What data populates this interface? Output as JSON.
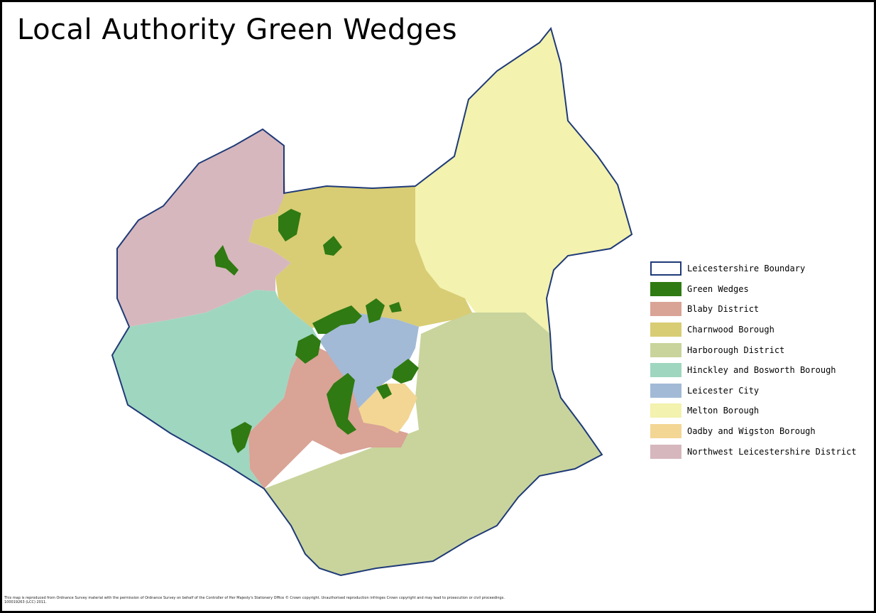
{
  "title": "Local Authority Green Wedges",
  "legend": [
    {
      "label": "Leicestershire Boundary",
      "fill": "#ffffff",
      "stroke": "#1f3a78"
    },
    {
      "label": "Green Wedges",
      "fill": "#2f7a12",
      "stroke": "#2f7a12"
    },
    {
      "label": "Blaby District",
      "fill": "#d9a396",
      "stroke": "#d9a396"
    },
    {
      "label": "Charnwood Borough",
      "fill": "#d8cd74",
      "stroke": "#d8cd74"
    },
    {
      "label": "Harborough District",
      "fill": "#c8d49c",
      "stroke": "#c8d49c"
    },
    {
      "label": "Hinckley and Bosworth Borough",
      "fill": "#9fd6c0",
      "stroke": "#9fd6c0"
    },
    {
      "label": "Leicester City",
      "fill": "#a2bad6",
      "stroke": "#a2bad6"
    },
    {
      "label": "Melton Borough",
      "fill": "#f3f2ae",
      "stroke": "#f3f2ae"
    },
    {
      "label": "Oadby and Wigston Borough",
      "fill": "#f3d694",
      "stroke": "#f3d694"
    },
    {
      "label": "Northwest Leicestershire District",
      "fill": "#d6b7bd",
      "stroke": "#d6b7bd"
    }
  ],
  "credit": "This map is reproduced from Ordnance Survey material with the permission of Ordnance Survey on behalf of the Controller of Her Majesty's Stationery Office © Crown copyright. Unauthorised reproduction infringes Crown copyright and may lead to prosecution or civil proceedings. 100019263 (LCC) 2011."
}
